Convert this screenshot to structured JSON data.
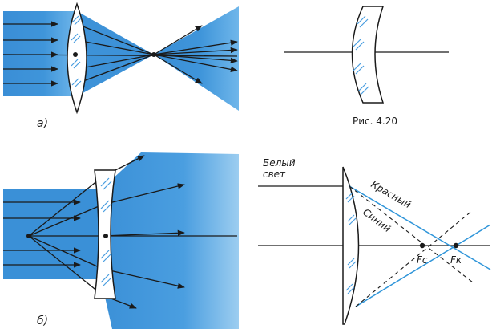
{
  "labels": {
    "panel_a": "а)",
    "panel_b": "б)",
    "figure_caption": "Рис. 4.20",
    "white_light": [
      "Белый",
      "свет"
    ],
    "red": "Красный",
    "blue": "Синий",
    "focus_blue": "Fc",
    "focus_red": "Fк"
  },
  "colors": {
    "beam_blue": "#3a93d8",
    "beam_light": "#75b9ea",
    "ink": "#1a1a1a",
    "red_ray_line": "#2f95d9",
    "blue_ray_line": "#2f95d9",
    "lens_fill": "#ffffff",
    "lens_hatch": "#4a9ee0"
  }
}
